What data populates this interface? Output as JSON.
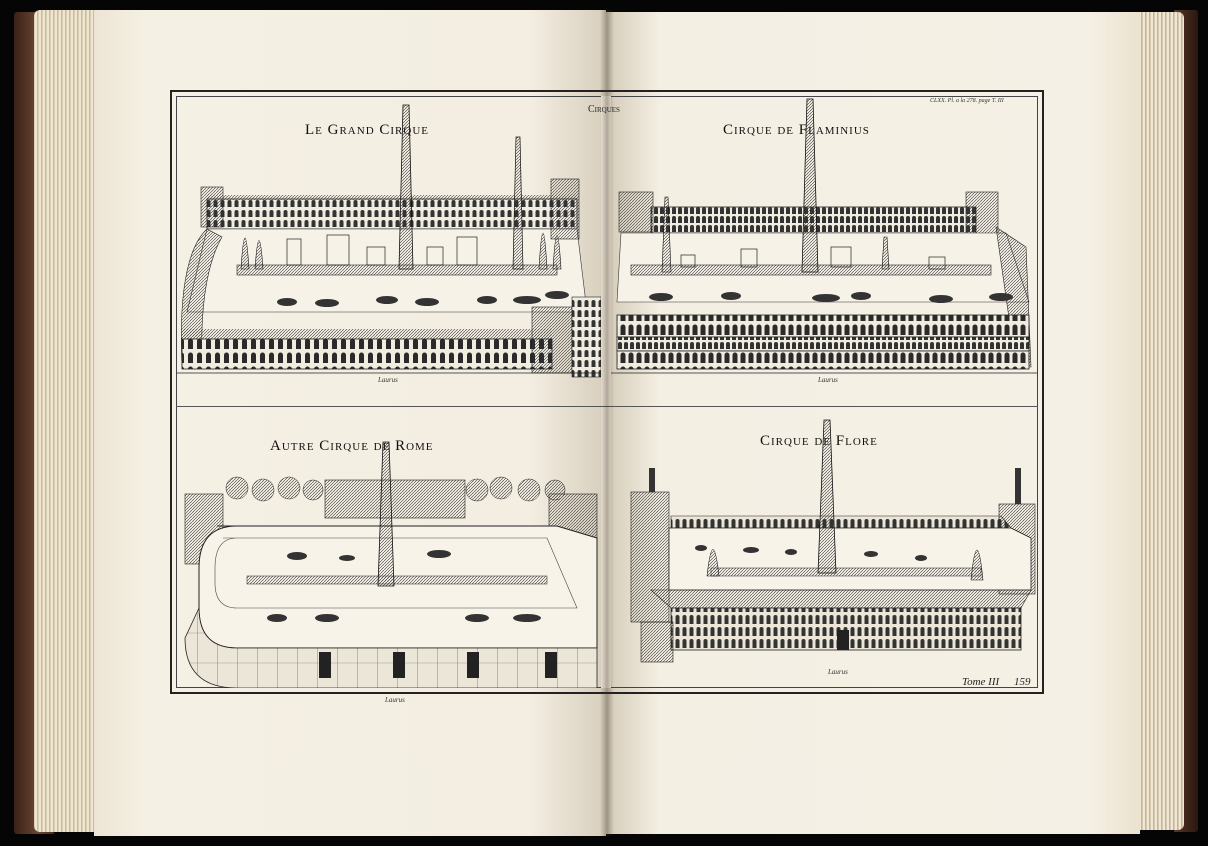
{
  "plate": {
    "header_word": "Cirques",
    "plate_reference": "CLXX. Pl. a la 278. page T. III",
    "tome_label": "Tome III",
    "page_number": "159"
  },
  "panels": [
    {
      "title": "Le Grand Cirque",
      "engraver": "Laurus"
    },
    {
      "title": "Cirque de Flaminius",
      "engraver": "Laurus"
    },
    {
      "title": "Autre Cirque de Rome",
      "engraver": "Laurus"
    },
    {
      "title": "Cirque de Flore",
      "engraver": "Laurus"
    }
  ],
  "colors": {
    "ink": "#1a1a1a",
    "paper": "#f4efe3",
    "page_edge": "#d9cdb4",
    "binding": "#5a3627"
  }
}
